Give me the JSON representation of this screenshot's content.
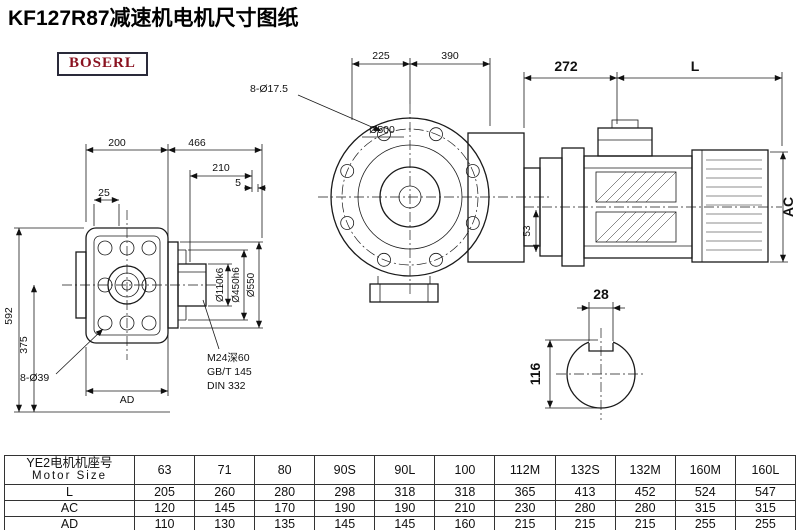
{
  "page": {
    "title": "KF127R87减速机电机尺寸图纸",
    "brand": "BOSERL"
  },
  "front_view": {
    "dim_200": "200",
    "dim_466": "466",
    "dim_210": "210",
    "dim_5": "5",
    "dim_25": "25",
    "dim_592": "592",
    "dim_375": "375",
    "bolt_label": "8-Ø39",
    "dim_ad": "AD",
    "thread_spec": [
      "M24深60",
      "GB/T 145",
      "DIN 332"
    ],
    "dia_110": "Ø110k6",
    "dia_450": "Ø450h6",
    "dia_550": "Ø550"
  },
  "side_view": {
    "dim_225": "225",
    "dim_390": "390",
    "bolt_label": "8-Ø17.5",
    "dia_500": "Ø500",
    "dim_53": "53",
    "dim_272": "272",
    "dim_L": "L",
    "dim_AC": "AC"
  },
  "shaft_view": {
    "dim_28": "28",
    "dim_116": "116"
  },
  "table": {
    "header": {
      "line1": "YE2电机机座号",
      "line2": "Motor Size"
    },
    "columns": [
      "63",
      "71",
      "80",
      "90S",
      "90L",
      "100",
      "112M",
      "132S",
      "132M",
      "160M",
      "160L"
    ],
    "rows": [
      {
        "label": "L",
        "values": [
          "205",
          "260",
          "280",
          "298",
          "318",
          "318",
          "365",
          "413",
          "452",
          "524",
          "547"
        ]
      },
      {
        "label": "AC",
        "values": [
          "120",
          "145",
          "170",
          "190",
          "190",
          "210",
          "230",
          "280",
          "280",
          "315",
          "315"
        ]
      },
      {
        "label": "AD",
        "values": [
          "110",
          "130",
          "135",
          "145",
          "145",
          "160",
          "215",
          "215",
          "215",
          "255",
          "255"
        ]
      }
    ]
  }
}
